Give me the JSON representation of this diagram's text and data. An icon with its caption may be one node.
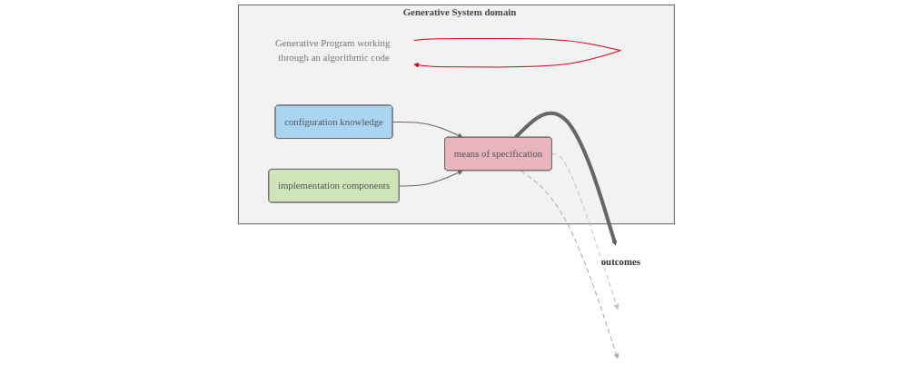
{
  "diagram": {
    "nodes": [
      {
        "text": [
          "Generative System domain"
        ]
      },
      {
        "text": [
          "Generative Program working through an algorithmic code"
        ],
        "in": 0
      },
      {
        "text": [
          "configuration knowledge"
        ],
        "in": 0
      },
      {
        "text": [
          "implementation components"
        ],
        "in": 0
      },
      {
        "text": [
          "means of specification"
        ],
        "in": 0
      },
      {
        "text": [
          "outcomes"
        ]
      }
    ],
    "edges": [
      {
        "from": 1,
        "to": 1,
        "arrow": "to",
        "color": "#e2001a"
      },
      {
        "from": 2,
        "to": 4,
        "arrow": "to"
      },
      {
        "from": 3,
        "to": 4,
        "arrow": "to"
      },
      {
        "from": 4,
        "to": 5,
        "arrow": "to",
        "style": "thick"
      },
      {
        "from": 4,
        "to": null,
        "arrow": "to",
        "style": "dashed",
        "color": "#c0c0c0"
      },
      {
        "from": 4,
        "to": null,
        "arrow": "to",
        "style": "dashed",
        "color": "#a8a8a8"
      }
    ]
  }
}
